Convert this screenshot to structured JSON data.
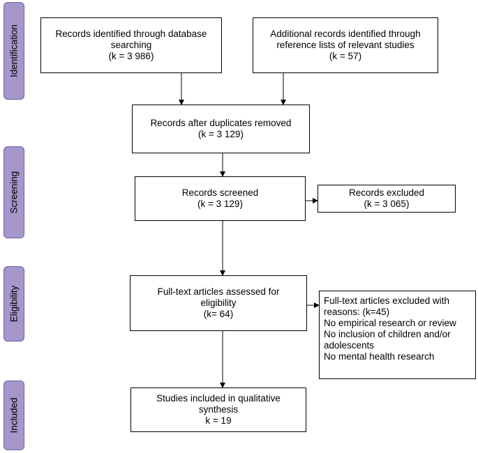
{
  "phases": [
    {
      "label": "Identification"
    },
    {
      "label": "Screening"
    },
    {
      "label": "Eligibility"
    },
    {
      "label": "Included"
    }
  ],
  "boxes": {
    "db_search": {
      "lines": [
        "Records identified through database",
        "searching",
        "(k = 3 986)"
      ]
    },
    "reference_lists": {
      "lines": [
        "Additional records identified through",
        "reference lists of relevant studies",
        "(k = 57)"
      ]
    },
    "after_duplicates": {
      "lines": [
        "Records after duplicates removed",
        "(k = 3 129)"
      ]
    },
    "screened": {
      "lines": [
        "Records screened",
        "(k = 3 129)"
      ]
    },
    "excluded": {
      "lines": [
        "Records excluded",
        "(k = 3 065)"
      ]
    },
    "fulltext_assessed": {
      "lines": [
        "Full-text articles assessed for",
        "eligibility",
        "(k= 64)"
      ]
    },
    "fulltext_excluded": {
      "lines": [
        "Full-text articles excluded with",
        "reasons: (k=45)",
        "No empirical research or review",
        "No inclusion of children and/or",
        "adolescents",
        "No mental health research"
      ]
    },
    "included": {
      "lines": [
        "Studies included in qualitative",
        "synthesis",
        "k = 19"
      ]
    }
  },
  "colors": {
    "phase_fill": "#a597cc",
    "phase_border": "#6e5fa3"
  }
}
